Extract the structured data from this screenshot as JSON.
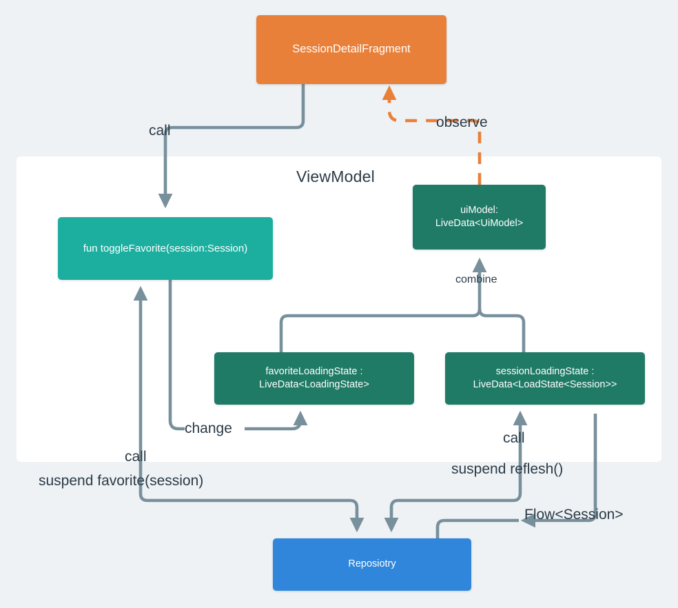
{
  "diagram": {
    "title": "ViewModel",
    "background_color": "#eef2f5",
    "container": {
      "label": "ViewModel",
      "fill": "#ffffff"
    }
  },
  "nodes": {
    "fragment": {
      "label": "SessionDetailFragment",
      "color": "#e8803a"
    },
    "toggle_favorite": {
      "label": "fun toggleFavorite(session:Session)",
      "color": "#1cafa0"
    },
    "ui_model": {
      "line1": "uiModel:",
      "line2": "LiveData<UiModel>",
      "color": "#1f7a66"
    },
    "favorite_loading_state": {
      "line1": "favoriteLoadingState :",
      "line2": "LiveData<LoadingState>",
      "color": "#1f7a66"
    },
    "session_loading_state": {
      "line1": "sessionLoadingState :",
      "line2": "LiveData<LoadState<Session>>",
      "color": "#1f7a66"
    },
    "repository": {
      "label": "Reposiotry",
      "color": "#3086da"
    }
  },
  "edges": {
    "call_fragment_to_toggle": "call",
    "observe_uimodel_to_fragment": "observe",
    "combine_states_to_uimodel": "combine",
    "change_toggle_to_favorite_state": "change",
    "call_repo_to_toggle": "call",
    "suspend_favorite": "suspend favorite(session)",
    "call_repo_to_session_state": "call",
    "suspend_reflesh": "suspend reflesh()",
    "flow_session": "Flow<Session>"
  },
  "colors": {
    "wire": "#78909c",
    "observe_wire": "#e8803a",
    "text_dark": "#2b3a46"
  }
}
